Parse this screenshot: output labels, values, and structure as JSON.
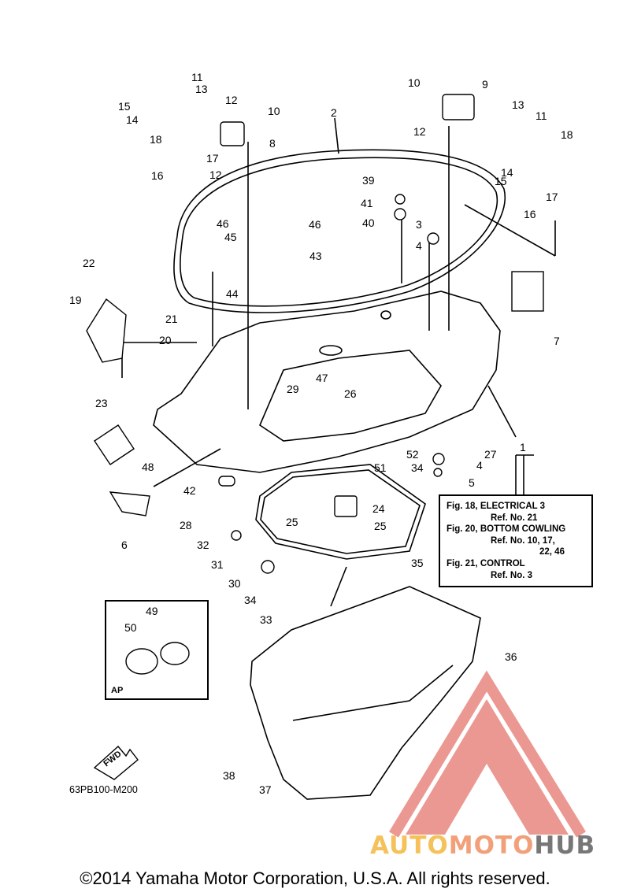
{
  "callouts": [
    {
      "n": "1"
    },
    {
      "n": "2"
    },
    {
      "n": "3"
    },
    {
      "n": "4"
    },
    {
      "n": "4"
    },
    {
      "n": "5"
    },
    {
      "n": "6"
    },
    {
      "n": "7"
    },
    {
      "n": "8"
    },
    {
      "n": "9"
    },
    {
      "n": "10"
    },
    {
      "n": "10"
    },
    {
      "n": "11"
    },
    {
      "n": "11"
    },
    {
      "n": "12"
    },
    {
      "n": "12"
    },
    {
      "n": "12"
    },
    {
      "n": "13"
    },
    {
      "n": "13"
    },
    {
      "n": "14"
    },
    {
      "n": "14"
    },
    {
      "n": "15"
    },
    {
      "n": "15"
    },
    {
      "n": "16"
    },
    {
      "n": "16"
    },
    {
      "n": "17"
    },
    {
      "n": "17"
    },
    {
      "n": "18"
    },
    {
      "n": "18"
    },
    {
      "n": "19"
    },
    {
      "n": "20"
    },
    {
      "n": "21"
    },
    {
      "n": "22"
    },
    {
      "n": "23"
    },
    {
      "n": "24"
    },
    {
      "n": "25"
    },
    {
      "n": "25"
    },
    {
      "n": "26"
    },
    {
      "n": "27"
    },
    {
      "n": "28"
    },
    {
      "n": "29"
    },
    {
      "n": "30"
    },
    {
      "n": "31"
    },
    {
      "n": "32"
    },
    {
      "n": "33"
    },
    {
      "n": "34"
    },
    {
      "n": "34"
    },
    {
      "n": "35"
    },
    {
      "n": "36"
    },
    {
      "n": "37"
    },
    {
      "n": "38"
    },
    {
      "n": "39"
    },
    {
      "n": "40"
    },
    {
      "n": "41"
    },
    {
      "n": "42"
    },
    {
      "n": "43"
    },
    {
      "n": "44"
    },
    {
      "n": "45"
    },
    {
      "n": "46"
    },
    {
      "n": "46"
    },
    {
      "n": "47"
    },
    {
      "n": "48"
    },
    {
      "n": "49"
    },
    {
      "n": "50"
    },
    {
      "n": "51"
    },
    {
      "n": "52"
    }
  ],
  "reference_box": {
    "line1": "Fig. 18, ELECTRICAL 3",
    "line2": "Ref. No. 21",
    "line3": "Fig. 20, BOTTOM COWLING",
    "line4": "Ref. No. 10, 17,",
    "line5": "22, 46",
    "line6": "Fig. 21, CONTROL",
    "line7": "Ref. No. 3"
  },
  "ap_label": "AP",
  "fwd_label": "FWD",
  "diagram_code": "63PB100-M200",
  "watermark": {
    "part1": "AUTO",
    "part2": "MOTO",
    "part3": "HUB"
  },
  "copyright": "©2014 Yamaha Motor Corporation, U.S.A. All rights reserved.",
  "colors": {
    "line": "#000000",
    "watermark_red": "#e8877f",
    "watermark_yellow": "#f5c15a",
    "watermark_orange": "#f2a079",
    "watermark_gray": "#777777"
  }
}
